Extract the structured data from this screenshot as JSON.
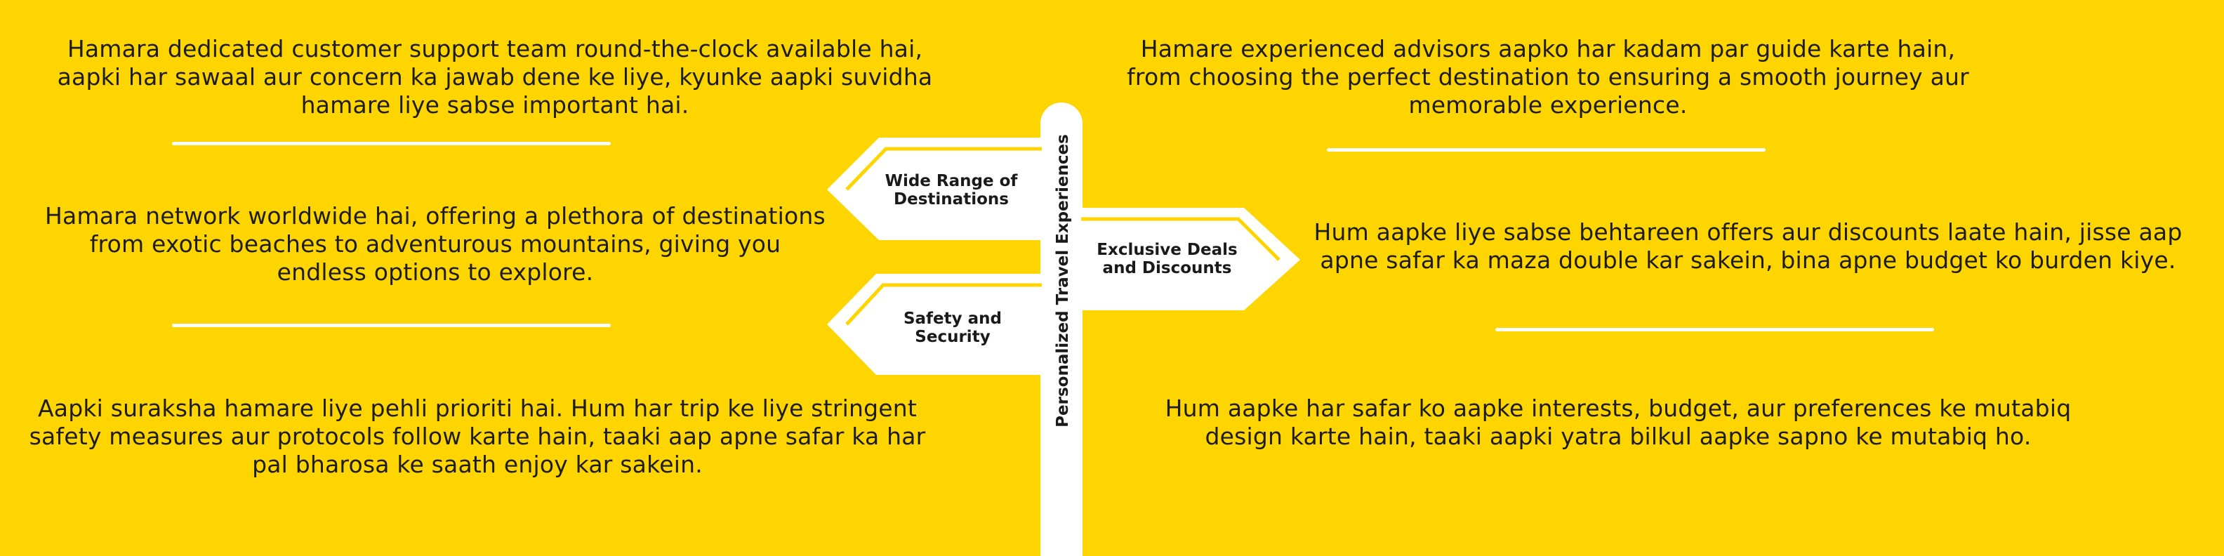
{
  "colors": {
    "background": "#FFD500",
    "sign": "#FFFFFF",
    "text": "#1d1d1d"
  },
  "signpost": {
    "pole_label": "Personalized Travel Experiences",
    "signs": {
      "wide_range": "Wide Range of Destinations",
      "exclusive_deals": "Exclusive Deals and Discounts",
      "safety": "Safety and Security"
    }
  },
  "paragraphs": {
    "support": "Hamara dedicated customer support team round-the-clock available hai, aapki har sawaal aur concern ka jawab dene ke liye, kyunke aapki suvidha hamare liye sabse important hai.",
    "network": "Hamara network worldwide hai, offering a plethora of destinations from exotic beaches to adventurous mountains, giving you endless options to explore.",
    "safety": "Aapki suraksha hamare liye pehli prioriti hai. Hum har trip ke liye stringent safety measures aur protocols follow karte hain, taaki aap apne safar ka har pal bharosa ke saath enjoy kar sakein.",
    "advisors": "Hamare experienced advisors aapko har kadam par guide karte hain, from choosing the perfect destination to ensuring a smooth journey aur memorable experience.",
    "offers": "Hum aapke liye sabse behtareen offers aur discounts laate hain, jisse aap apne safar ka maza double kar sakein, bina apne budget ko burden kiye.",
    "personalized": "Hum aapke har safar ko aapke interests, budget, aur preferences ke mutabiq design karte hain, taaki aapki yatra bilkul aapke sapno ke mutabiq ho."
  }
}
